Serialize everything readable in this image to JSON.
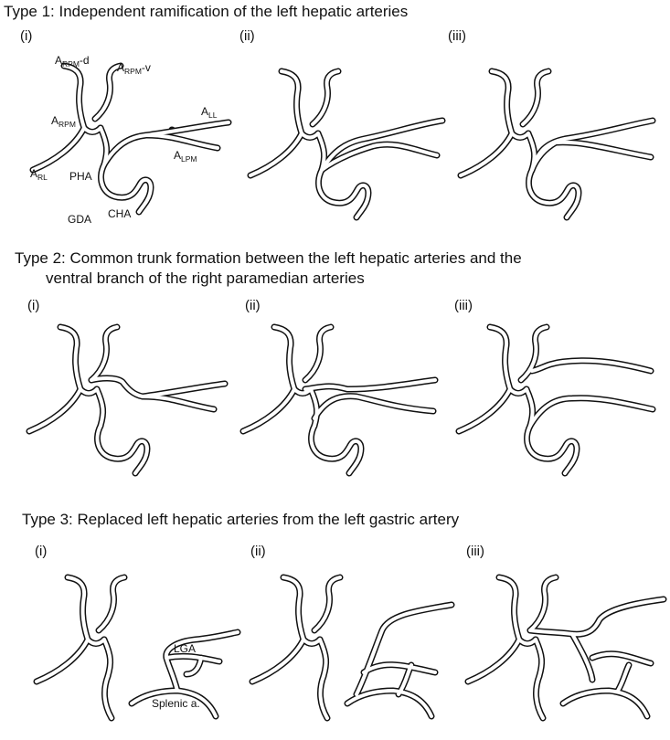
{
  "types": [
    {
      "title": "Type 1: Independent ramification of the left hepatic arteries",
      "panels": [
        "(i)",
        "(ii)",
        "(iii)"
      ]
    },
    {
      "title_line1": "Type 2: Common trunk formation between the left hepatic arteries and the",
      "title_line2": "ventral branch of  the right paramedian arteries",
      "panels": [
        "(i)",
        "(ii)",
        "(iii)"
      ]
    },
    {
      "title": "Type 3: Replaced left hepatic arteries from the left gastric artery",
      "panels": [
        "(i)",
        "(ii)",
        "(iii)"
      ]
    }
  ],
  "labels": {
    "arpm_d_main": "A",
    "arpm_d_sub": "RPM",
    "arpm_d_suffix": "-d",
    "arpm_v_main": "A",
    "arpm_v_sub": "RPM",
    "arpm_v_suffix": "-v",
    "arpm_main": "A",
    "arpm_sub": "RPM",
    "all_main": "A",
    "all_sub": "LL",
    "alpm_main": "A",
    "alpm_sub": "LPM",
    "arl_main": "A",
    "arl_sub": "RL",
    "pha": "PHA",
    "gda": "GDA",
    "cha": "CHA",
    "lga": "LGA",
    "splenic": "Splenic a."
  }
}
